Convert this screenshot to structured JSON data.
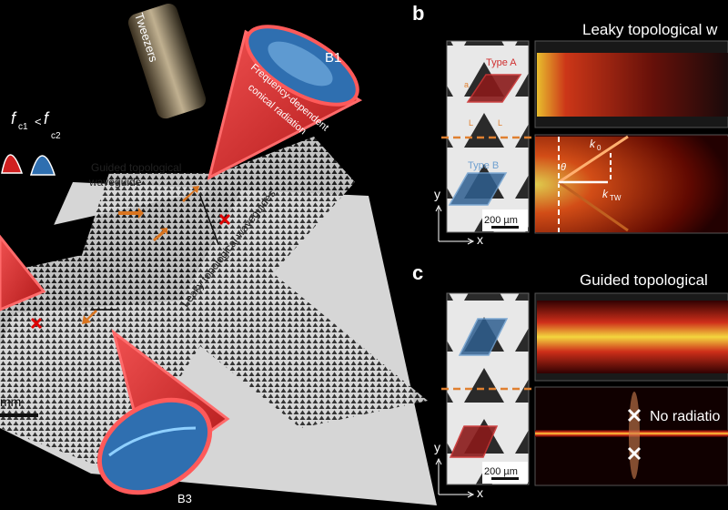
{
  "panel_a": {
    "tweezers_label": "Tweezers",
    "b1_label": "B1",
    "b3_label": "B3",
    "freq_f": "f",
    "freq_c1": "c1",
    "freq_lt": "<",
    "freq_c2": "c2",
    "guided_label_line1": "Guided  topological",
    "guided_label_line2": "waveguide",
    "leaky_label": "Leaky topological waveguides",
    "cone_label_line1": "Frequency-dependent",
    "cone_label_line2": "conical radiation",
    "scale_label": "mm",
    "colors": {
      "cone": "#e0393e",
      "blue": "#2f6fb0",
      "arrow": "#d9741f"
    }
  },
  "panel_b": {
    "letter": "b",
    "title": "Leaky topological w",
    "type_a": "Type A",
    "type_b": "Type B",
    "lattice_a": "a",
    "length_l": "L",
    "k0": "k",
    "k0_sub": "0",
    "theta": "θ",
    "ktw": "k",
    "ktw_sub": "TW",
    "scale": "200 µm",
    "axis_y": "y",
    "axis_x": "x"
  },
  "panel_c": {
    "letter": "c",
    "title": "Guided topological",
    "no_radiation": "No radiatio",
    "scale": "200 µm",
    "axis_y": "y",
    "axis_x": "x"
  }
}
